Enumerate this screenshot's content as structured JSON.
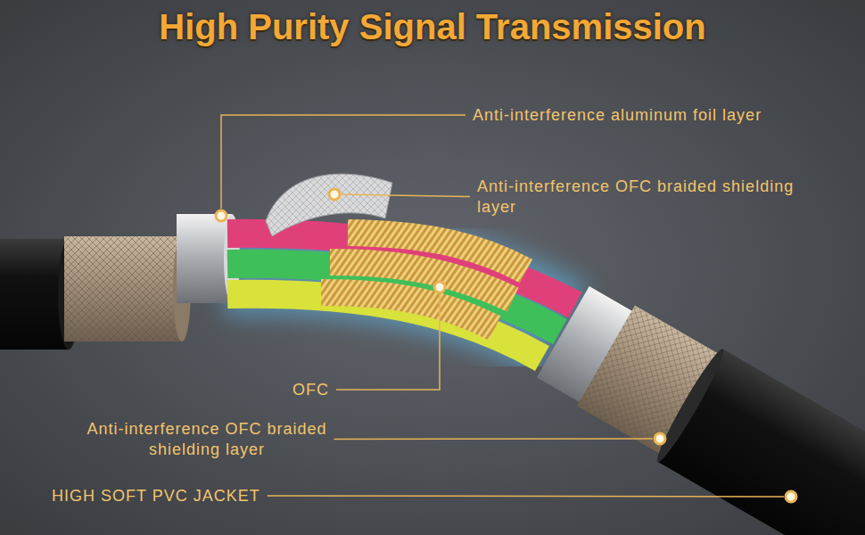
{
  "diagram": {
    "title": "High Purity Signal Transmission",
    "labels": [
      "Anti-interference aluminum foil layer",
      "Anti-interference OFC braided shielding layer",
      "OFC",
      "Anti-interference OFC braided shielding layer",
      "HIGH SOFT PVC JACKET"
    ]
  }
}
